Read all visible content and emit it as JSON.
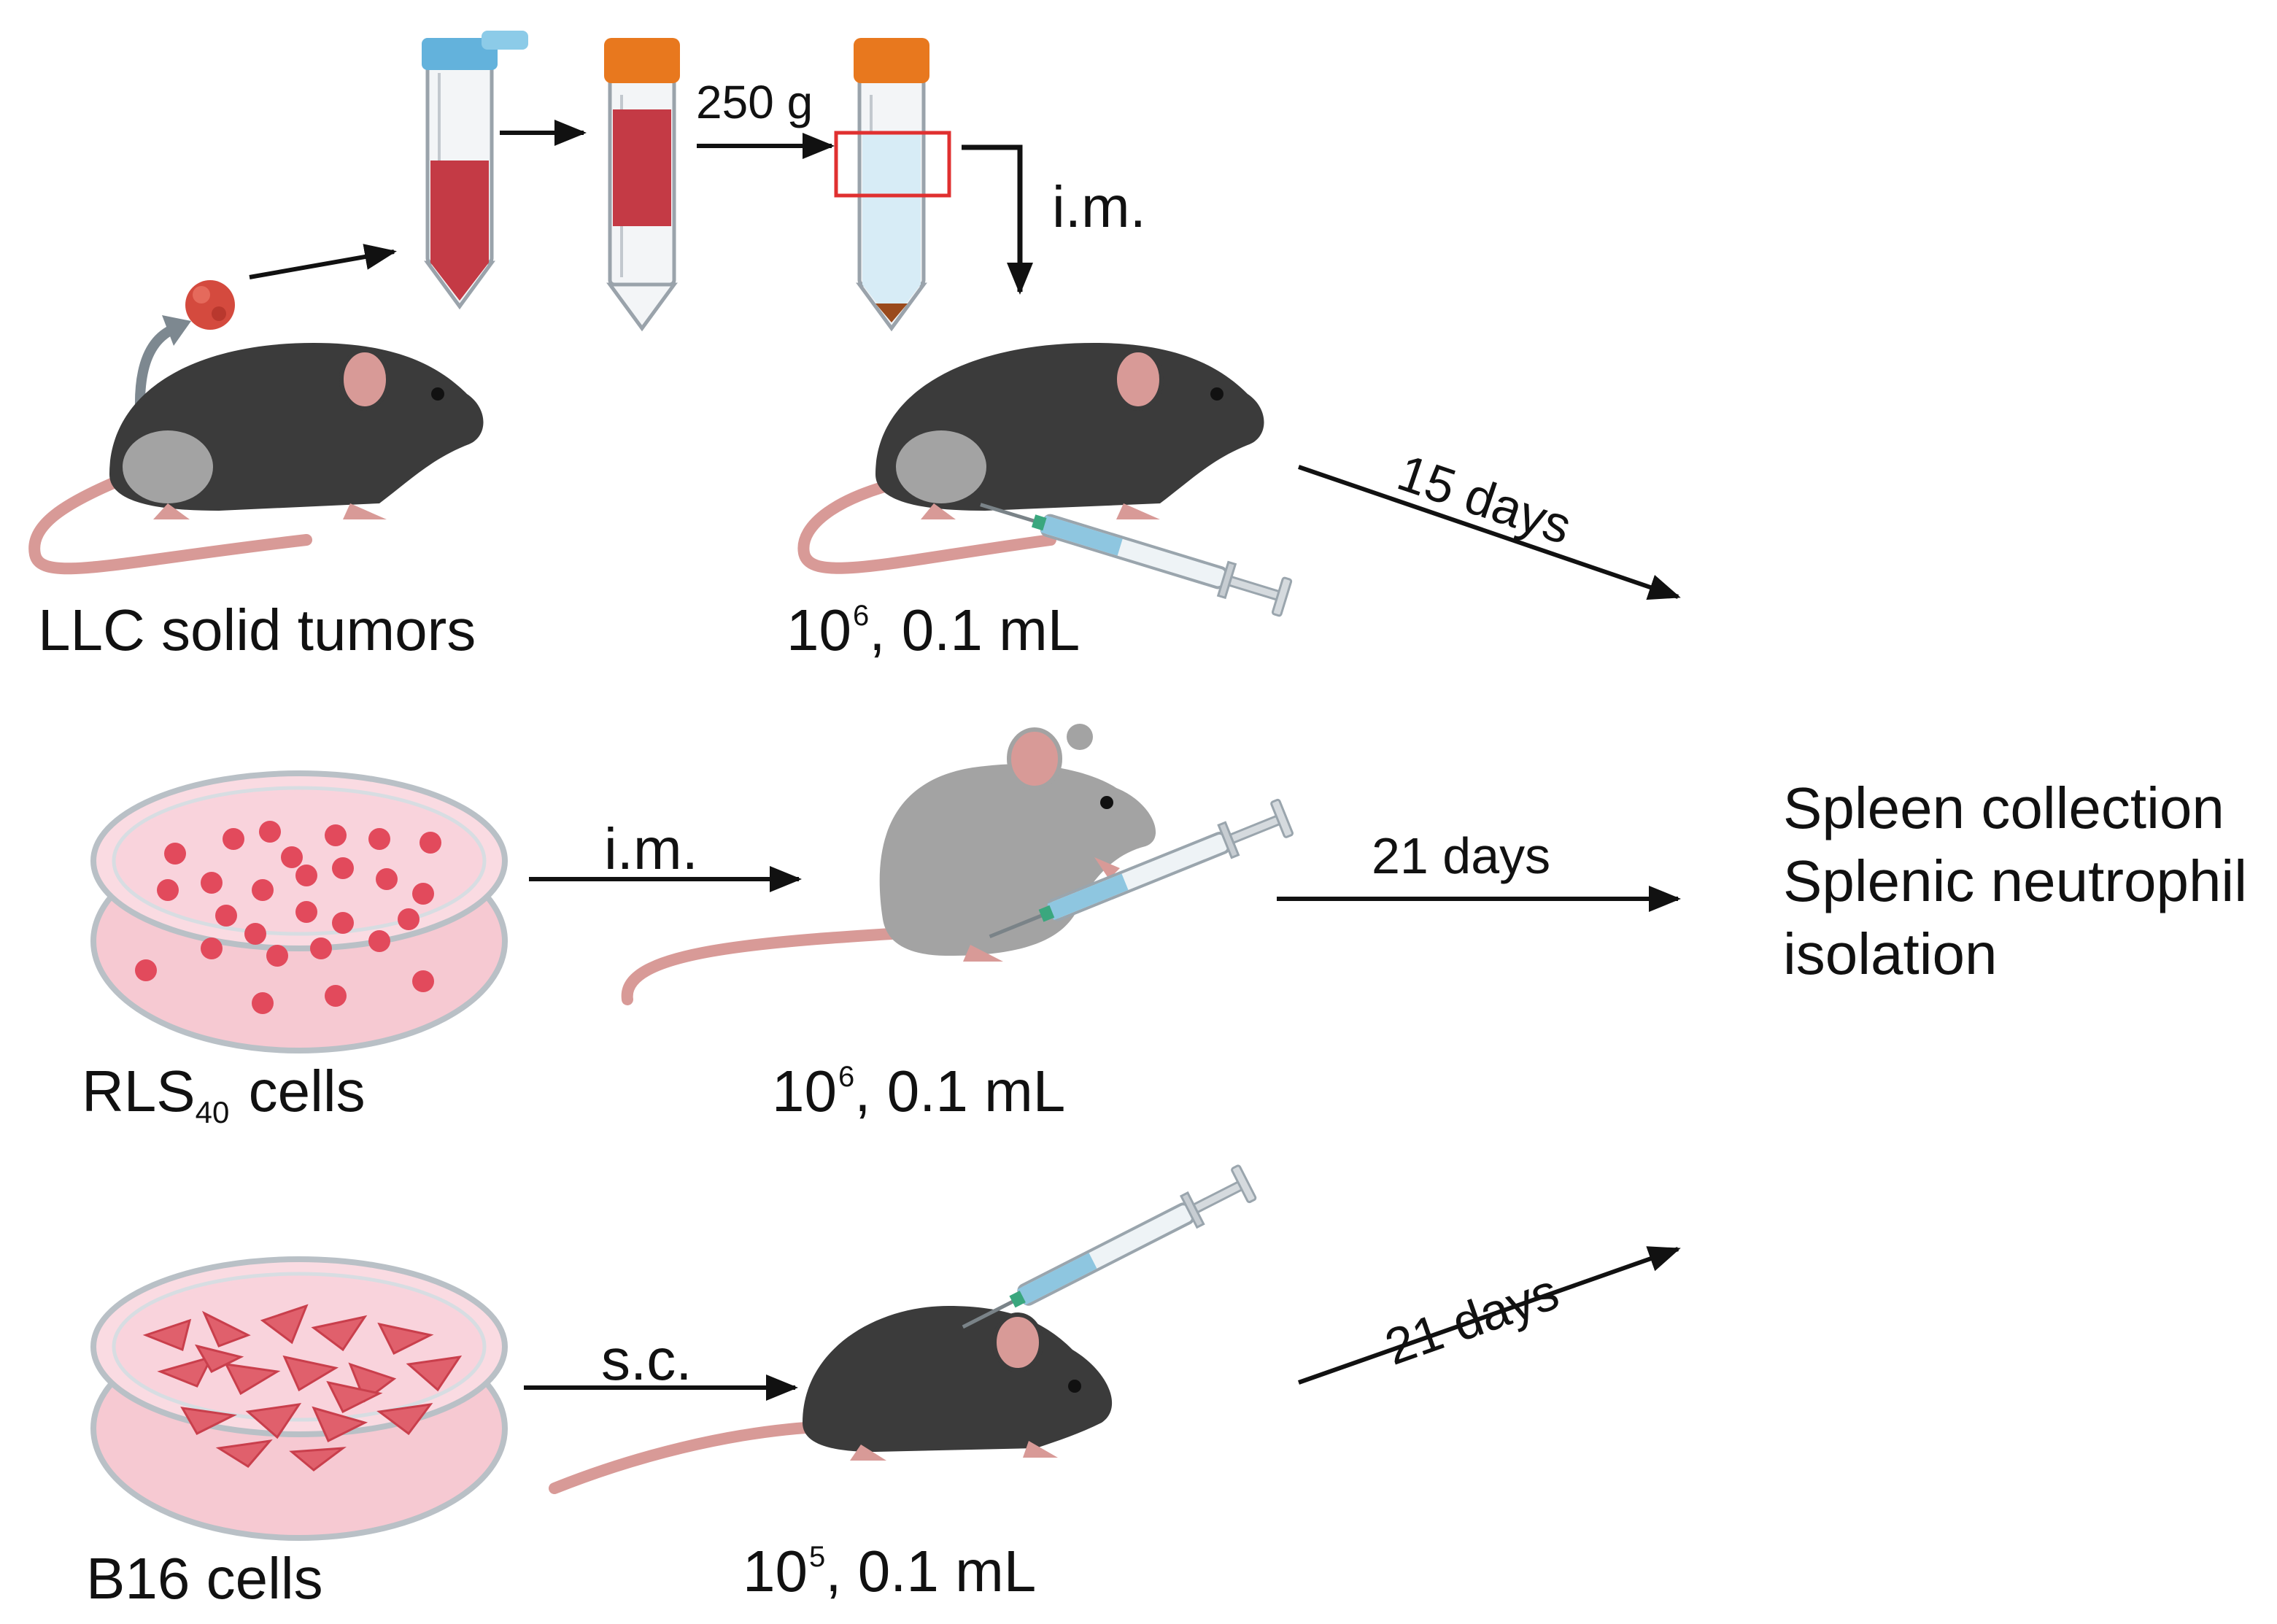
{
  "rows": [
    {
      "source_label": "LLC solid tumors",
      "centrifuge_label": "250 g",
      "route_label": "i.m.",
      "dose_base": "10",
      "dose_exp": "6",
      "dose_rest": ", 0.1 mL",
      "duration": "15 days"
    },
    {
      "source_main": "RLS",
      "source_sub": "40",
      "source_tail": " cells",
      "route_label": "i.m.",
      "dose_base": "10",
      "dose_exp": "6",
      "dose_rest": ", 0.1 mL",
      "duration": "21 days"
    },
    {
      "source_label": "B16 cells",
      "route_label": "s.c.",
      "dose_base": "10",
      "dose_exp": "5",
      "dose_rest": ", 0.1 mL",
      "duration": "21 days"
    }
  ],
  "outcome": {
    "line1": "Spleen collection",
    "line2": "Splenic neutrophil",
    "line3": "isolation"
  },
  "colors": {
    "mouse_dark": "#3b3b3b",
    "mouse_gray": "#a3a3a3",
    "tail_pink": "#d89a97",
    "dish_pink": "#f6c9d2",
    "cell_red": "#e24a5c",
    "cap_orange": "#e8781e",
    "cap_blue": "#63b2dc",
    "blood_red": "#c43a45",
    "highlight_box": "#e03030"
  }
}
